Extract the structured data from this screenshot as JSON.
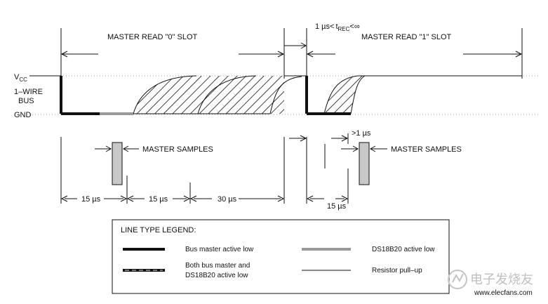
{
  "slots": {
    "read0_label": "MASTER READ \"0\" SLOT",
    "read1_label": "MASTER READ \"1\" SLOT",
    "trec_prefix": "1 µs<",
    "trec_symbol": "t",
    "trec_sub": "REC",
    "trec_suffix": "<∞"
  },
  "levels": {
    "vcc_main": "V",
    "vcc_sub": "CC",
    "bus_line1": "1–WIRE",
    "bus_line2": "BUS",
    "gnd": "GND"
  },
  "samples": {
    "left": "MASTER SAMPLES",
    "right": "MASTER SAMPLES"
  },
  "timing": {
    "t1": "15 µs",
    "t2": "15 µs",
    "t3": "30 µs",
    "t4": "15 µs",
    "gt1": ">1 µs"
  },
  "legend": {
    "title": "LINE TYPE LEGEND:",
    "items": [
      {
        "label": "Bus master active low"
      },
      {
        "label": "DS18B20 active low"
      },
      {
        "label": "Both bus master and"
      },
      {
        "label": "DS18B20 active low"
      },
      {
        "label": "Resistor pull–up"
      }
    ]
  },
  "watermark": "电子发烧友",
  "watermark_url": "www.elecfans.com",
  "colors": {
    "line": "#111111",
    "gray": "#999999",
    "sample_fill": "#c8c8c8"
  }
}
